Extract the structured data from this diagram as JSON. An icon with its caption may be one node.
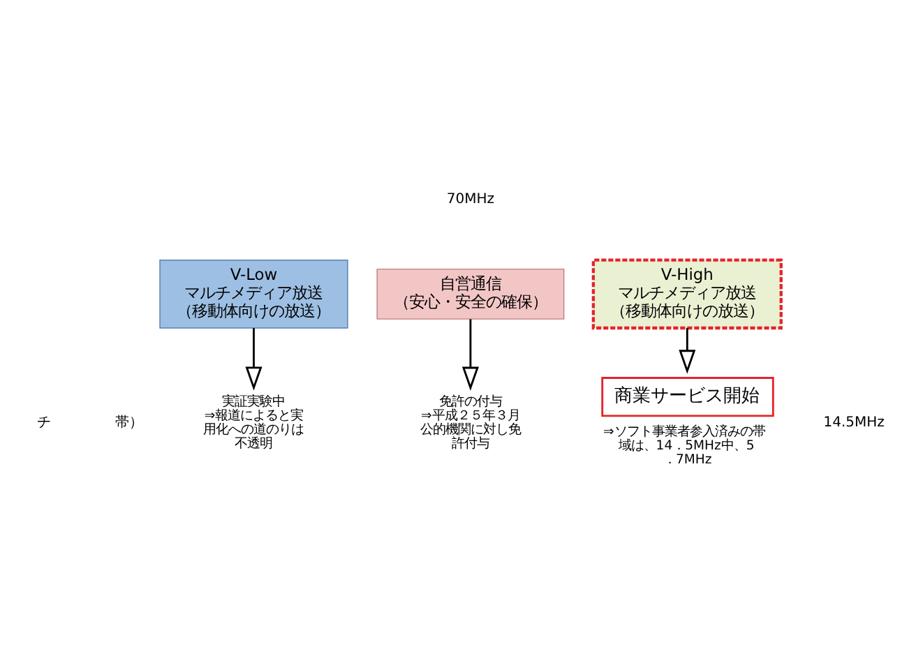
{
  "diagram": {
    "nodes": [
      {
        "text": [
          "V-Low",
          "マルチメディア放送",
          "（移動体向けの放送）"
        ]
      },
      {
        "text": [
          "自営通信",
          "（安心・安全の確保）"
        ]
      },
      {
        "text": [
          "V-High",
          "マルチメディア放送",
          "（移動体向けの放送）"
        ]
      },
      {
        "text": [
          "実証実験中",
          "⇒報道によると実用化への道のりは不透明"
        ]
      },
      {
        "text": [
          "免許の付与",
          "⇒平成２５年３月公的機関に対し免許付与"
        ]
      },
      {
        "text": [
          "商業サービス開始"
        ],
        "beside": [
          "⇒ソフト事業者参入済みの帯域は、14．5MHz中、5．7MHz"
        ]
      }
    ],
    "edges": [
      {
        "from": 0,
        "to": 3,
        "arrow": "to"
      },
      {
        "from": 1,
        "to": 4,
        "arrow": "to"
      },
      {
        "from": 2,
        "to": 5,
        "arrow": "to"
      }
    ],
    "labels": [
      "70MHz",
      "14.5MHz",
      "チ",
      "帯）"
    ]
  }
}
